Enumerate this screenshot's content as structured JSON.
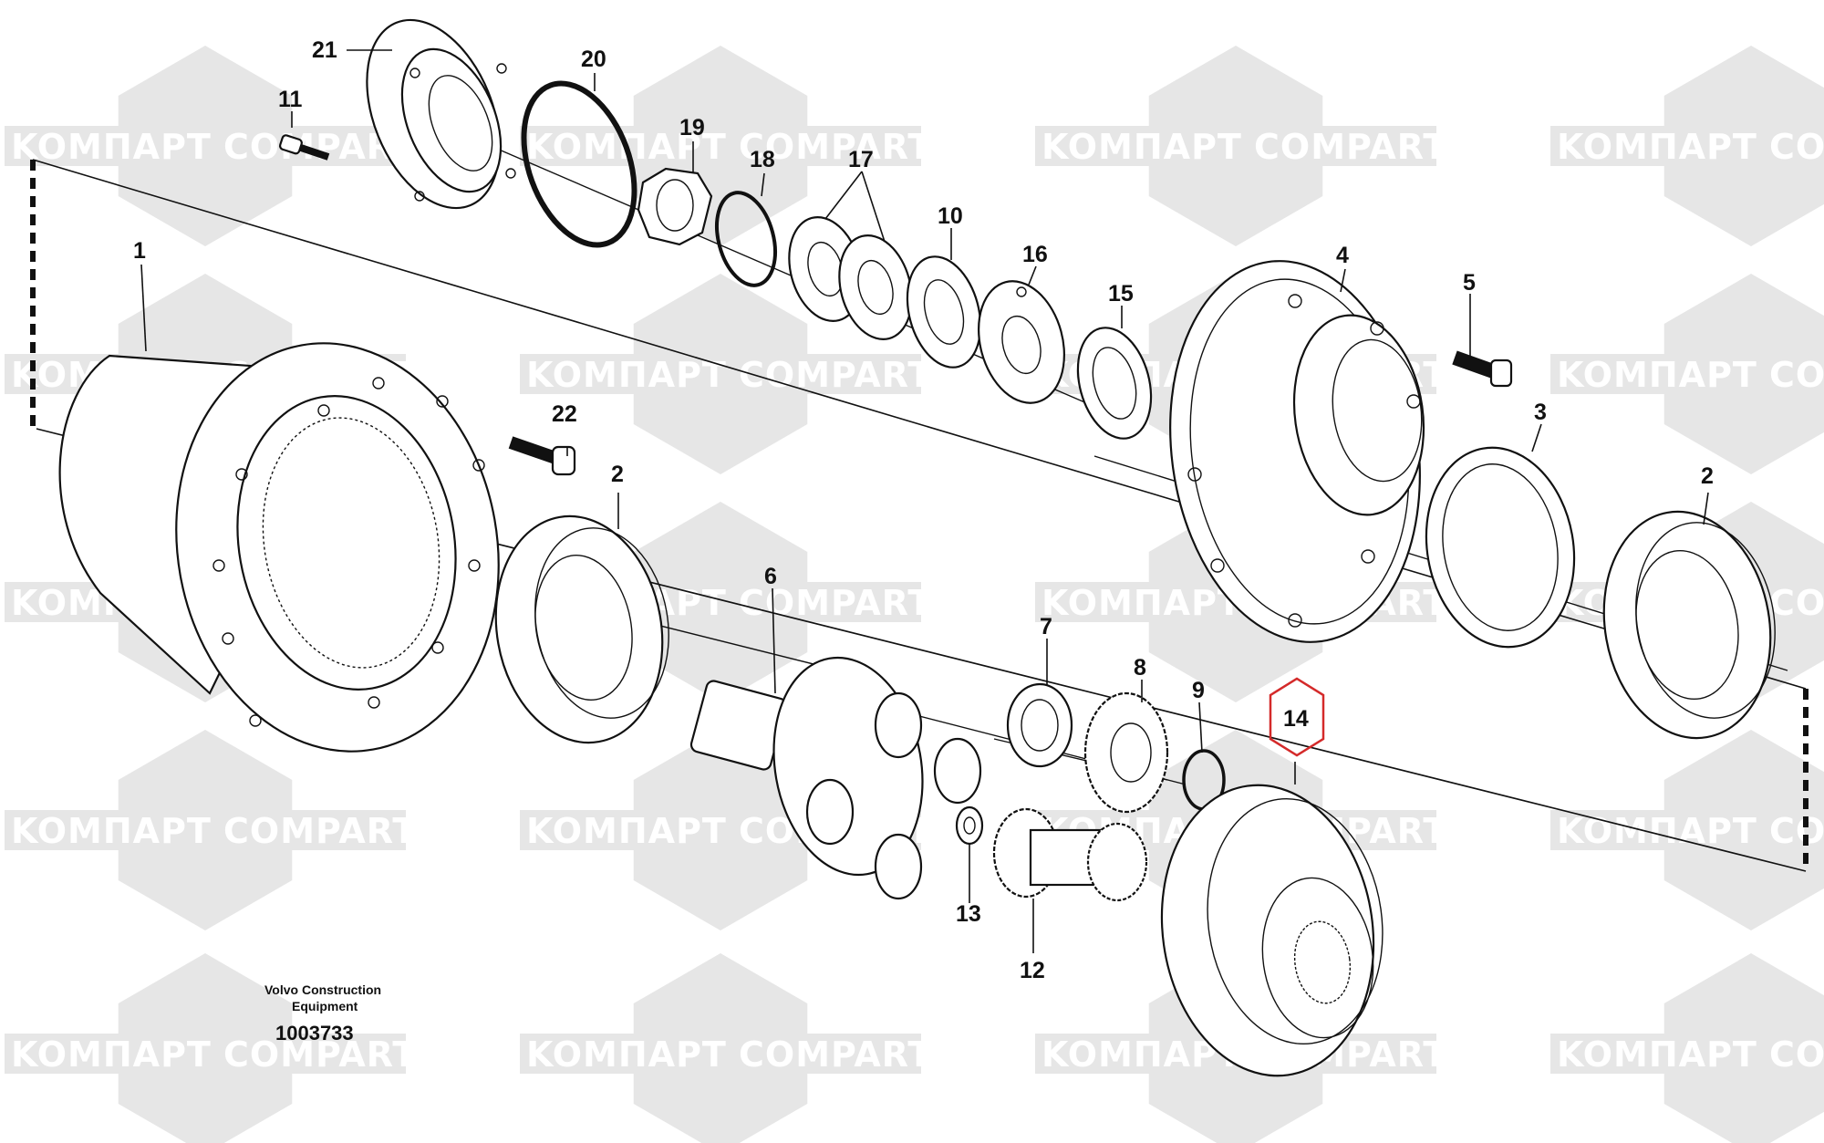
{
  "watermark": {
    "text_a": "KOMПАРТ",
    "text_b": "COMPART",
    "tile_color": "#e6e6e6"
  },
  "footer": {
    "maker_line1": "Volvo Construction",
    "maker_line2": "Equipment",
    "drawing_number": "1003733"
  },
  "highlight_color": "#d42a2a",
  "callouts": {
    "p1": "1",
    "p2a": "2",
    "p2b": "2",
    "p3": "3",
    "p4": "4",
    "p5": "5",
    "p6": "6",
    "p7": "7",
    "p8": "8",
    "p9": "9",
    "p10": "10",
    "p11": "11",
    "p12": "12",
    "p13": "13",
    "p14": "14",
    "p15": "15",
    "p16": "16",
    "p17": "17",
    "p18": "18",
    "p19": "19",
    "p20": "20",
    "p21": "21",
    "p22": "22"
  }
}
